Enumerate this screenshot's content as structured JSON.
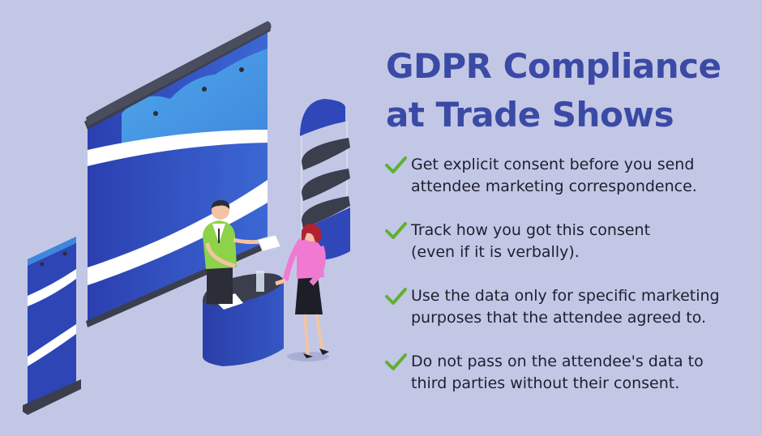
{
  "title": {
    "line1": "GDPR Compliance",
    "line2": "at Trade Shows"
  },
  "items": [
    {
      "line1": "Get explicit consent before you send",
      "line2": "attendee marketing correspondence."
    },
    {
      "line1": "Track how you got this consent",
      "line2": "(even if it is verbally)."
    },
    {
      "line1": "Use the data only for specific marketing",
      "line2": "purposes that the attendee agreed to."
    },
    {
      "line1": "Do not pass on the attendee's data to",
      "line2": "third parties without their consent."
    }
  ],
  "colors": {
    "background": "#c3c7e6",
    "title": "#3a4aa5",
    "check": "#5fb132",
    "booth_blue": "#2f47b8",
    "booth_light": "#4aa6e8"
  },
  "icons": [
    "check-icon"
  ]
}
